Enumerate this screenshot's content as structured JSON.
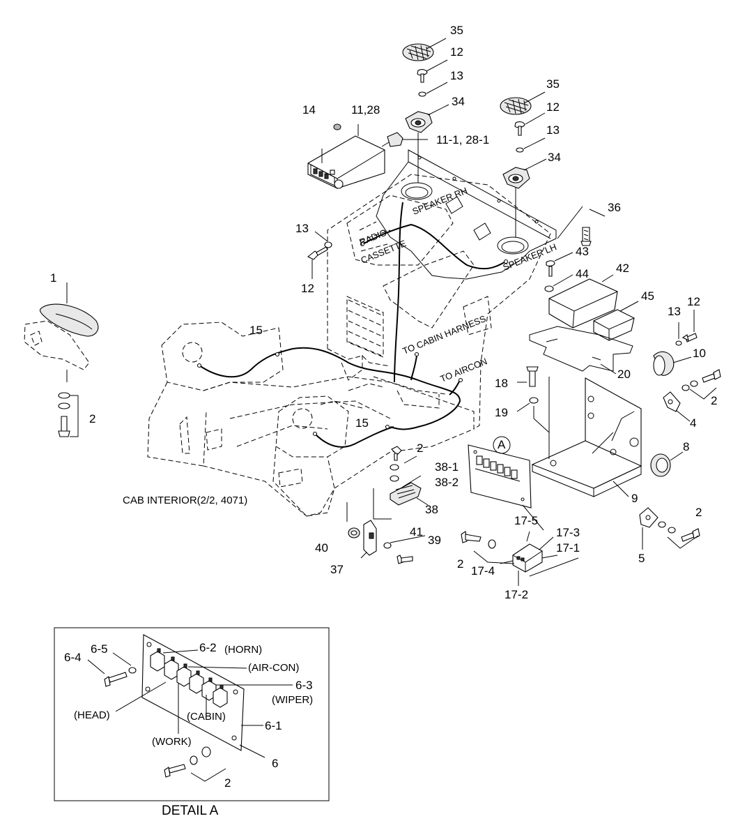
{
  "labels": {
    "p1": "1",
    "p2": "2",
    "p4": "4",
    "p5": "5",
    "p8": "8",
    "p9": "9",
    "p10": "10",
    "p11_28": "11,28",
    "p11_1_28_1": "11-1, 28-1",
    "p12": "12",
    "p13": "13",
    "p14": "14",
    "p15": "15",
    "p17_1": "17-1",
    "p17_2": "17-2",
    "p17_3": "17-3",
    "p17_4": "17-4",
    "p17_5": "17-5",
    "p18": "18",
    "p19": "19",
    "p20": "20",
    "p34": "34",
    "p35": "35",
    "p36": "36",
    "p37": "37",
    "p38": "38",
    "p38_1": "38-1",
    "p38_2": "38-2",
    "p39": "39",
    "p40": "40",
    "p41": "41",
    "p42": "42",
    "p43": "43",
    "p44": "44",
    "p45": "45",
    "detail_marker": "A"
  },
  "annotations": {
    "speaker_rh": "SPEAKER RH",
    "speaker_lh": "SPEAKER LH",
    "radio_cassette_1": "RADIO",
    "radio_cassette_2": "CASSETTE",
    "to_cabin_harness": "TO CABIN HARNESS",
    "to_aircon": "TO AIRCON",
    "cab_interior": "CAB INTERIOR(2/2, 4071)"
  },
  "detail": {
    "title": "DETAIL  A",
    "p6": "6",
    "p6_1": "6-1",
    "p6_2": "6-2",
    "p6_3": "6-3",
    "p6_4": "6-4",
    "p6_5": "6-5",
    "p2": "2",
    "horn": "(HORN)",
    "aircon": "(AIR-CON)",
    "wiper": "(WIPER)",
    "head": "(HEAD)",
    "cabin": "(CABIN)",
    "work": "(WORK)"
  }
}
